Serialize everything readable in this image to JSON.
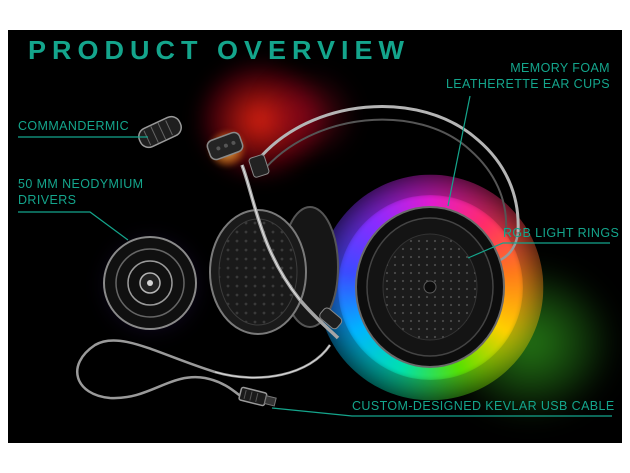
{
  "accent": "#14a58c",
  "panel_bg": "#000000",
  "page_bg": "#ffffff",
  "title": "PRODUCT OVERVIEW",
  "labels": {
    "ear_cups": {
      "line1": "MEMORY FOAM",
      "line2": "LEATHERETTE EAR CUPS"
    },
    "mic": {
      "text": "COMMANDERMIC"
    },
    "drivers": {
      "line1": "50 MM NEODYMIUM",
      "line2": "DRIVERS"
    },
    "rgb": {
      "text": "RGB LIGHT RINGS"
    },
    "cable": {
      "text": "CUSTOM-DESIGNED KEVLAR USB CABLE"
    }
  }
}
